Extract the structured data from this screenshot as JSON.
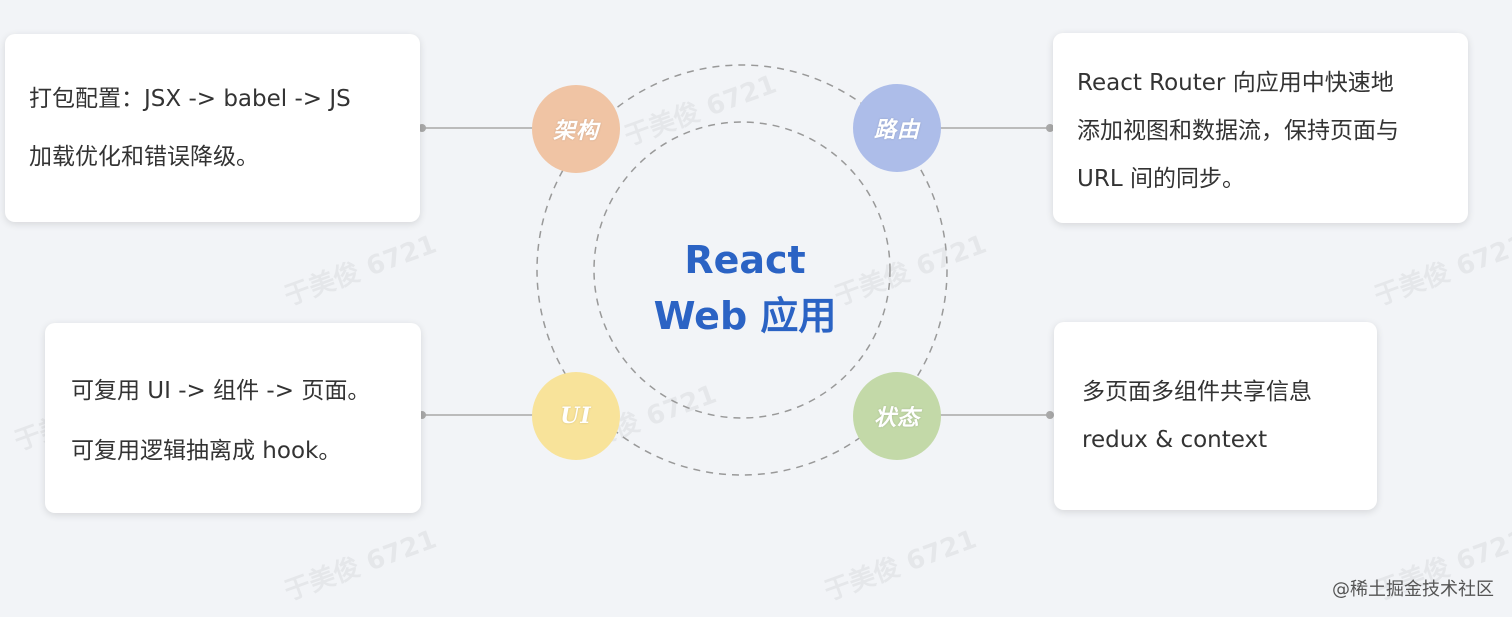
{
  "center": {
    "line1": "React",
    "line2": "Web 应用"
  },
  "nodes": {
    "architecture": "架构",
    "routing": "路由",
    "ui": "UI",
    "state": "状态"
  },
  "cards": {
    "architecture": {
      "line1": "打包配置：JSX -> babel -> JS",
      "line2": "加载优化和错误降级。"
    },
    "routing": {
      "line1": "React Router 向应用中快速地",
      "line2": "添加视图和数据流，保持页面与",
      "line3": "URL 间的同步。"
    },
    "ui": {
      "line1": "可复用 UI -> 组件 -> 页面。",
      "line2": "可复用逻辑抽离成 hook。"
    },
    "state": {
      "line1": "多页面多组件共享信息",
      "line2": "redux & context"
    }
  },
  "watermark": "于美俊 6721",
  "credit": "@稀土掘金技术社区",
  "colors": {
    "background": "#f2f4f7",
    "title": "#2b63c4",
    "architecture": "#f0c4a4",
    "routing": "#adbde9",
    "ui": "#f8e39a",
    "state": "#c3d9a8",
    "connector": "#bbbbbb",
    "dashed": "#999999"
  }
}
